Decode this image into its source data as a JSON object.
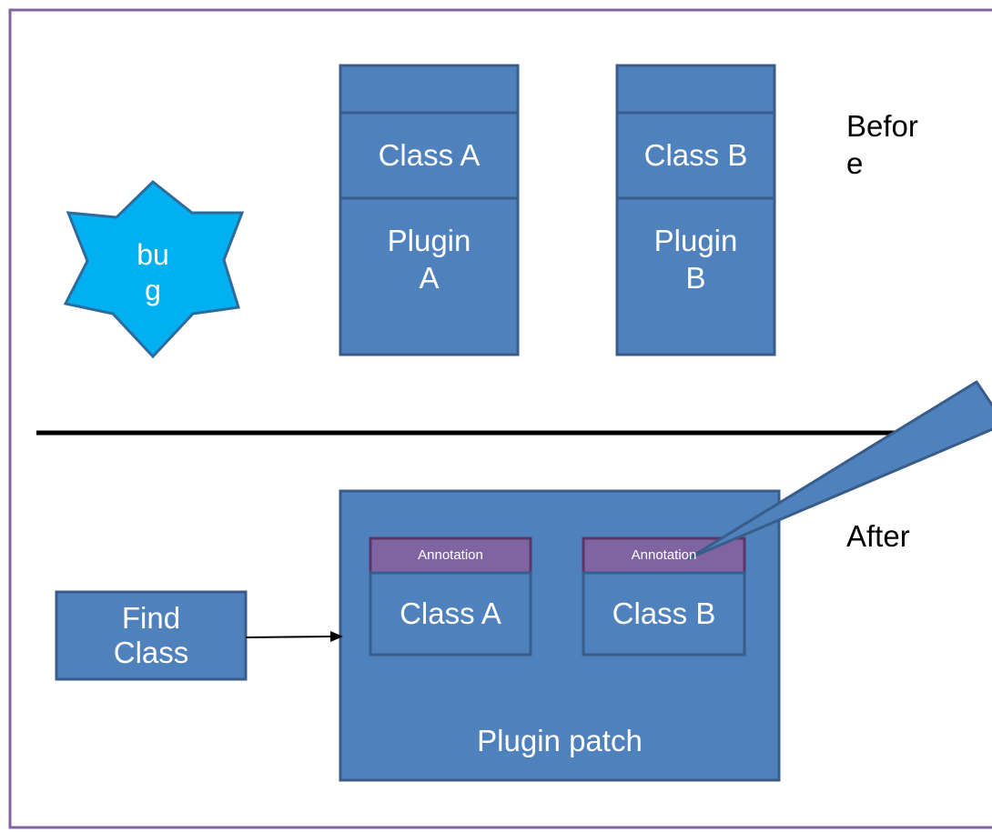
{
  "colors": {
    "box_fill": "#4f81bd",
    "box_stroke": "#385d8a",
    "annotation_fill": "#8064a2",
    "annotation_stroke": "#5c3566",
    "star_fill": "#00b0f0",
    "frame_border": "#8064a2",
    "divider": "#000000"
  },
  "before": {
    "section_label": "Before",
    "section_label_line1": "Befor",
    "section_label_line2": "e",
    "bug": {
      "line1": "bu",
      "line2": "g"
    },
    "plugin_a": {
      "class_label": "Class A",
      "plugin_line1": "Plugin",
      "plugin_line2": "A"
    },
    "plugin_b": {
      "class_label": "Class B",
      "plugin_line1": "Plugin",
      "plugin_line2": "B"
    }
  },
  "after": {
    "section_label": "After",
    "find_class": {
      "line1": "Find",
      "line2": "Class"
    },
    "plugin_patch": {
      "label": "Plugin patch",
      "class_a": {
        "annotation": "Annotation",
        "label": "Class A"
      },
      "class_b": {
        "annotation": "Annotation",
        "label": "Class B"
      }
    }
  }
}
